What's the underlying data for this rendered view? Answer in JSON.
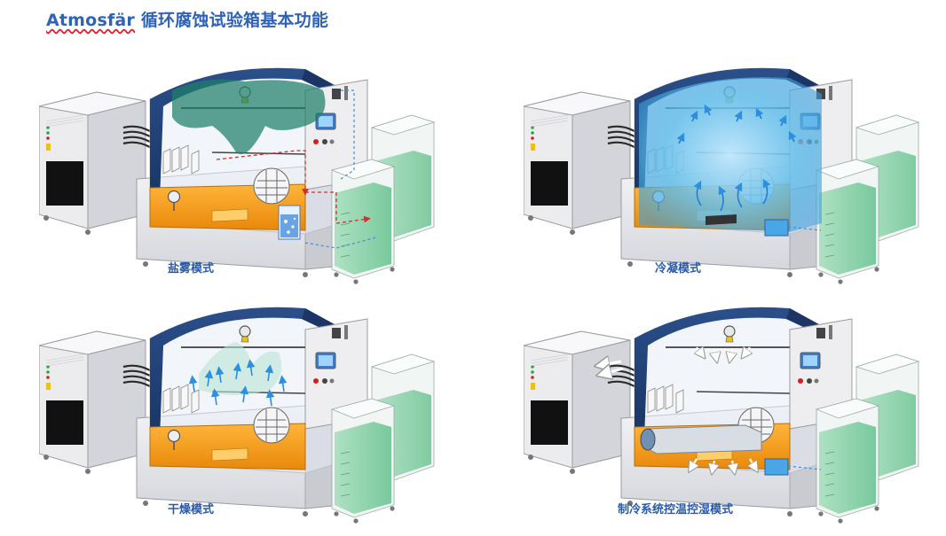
{
  "header": {
    "brand": "Atmosfär",
    "title": "循环腐蚀试验箱基本功能"
  },
  "modes": [
    {
      "id": "salt-spray",
      "label": "盐雾模式"
    },
    {
      "id": "condensation",
      "label": "冷凝模式"
    },
    {
      "id": "drying",
      "label": "干燥模式"
    },
    {
      "id": "refrigeration",
      "label": "制冷系统控温控湿模式"
    }
  ],
  "colors": {
    "title": "#2f63b5",
    "chamber_dark": "#1e3d70",
    "salt_water": "#f5a21c",
    "fog": "#1f7f6a",
    "condensation_glow": "#4ab3e8",
    "arrow": "#2c8fe0",
    "tank_green": "#7fcfa0",
    "pipe_red": "#d0302c"
  }
}
